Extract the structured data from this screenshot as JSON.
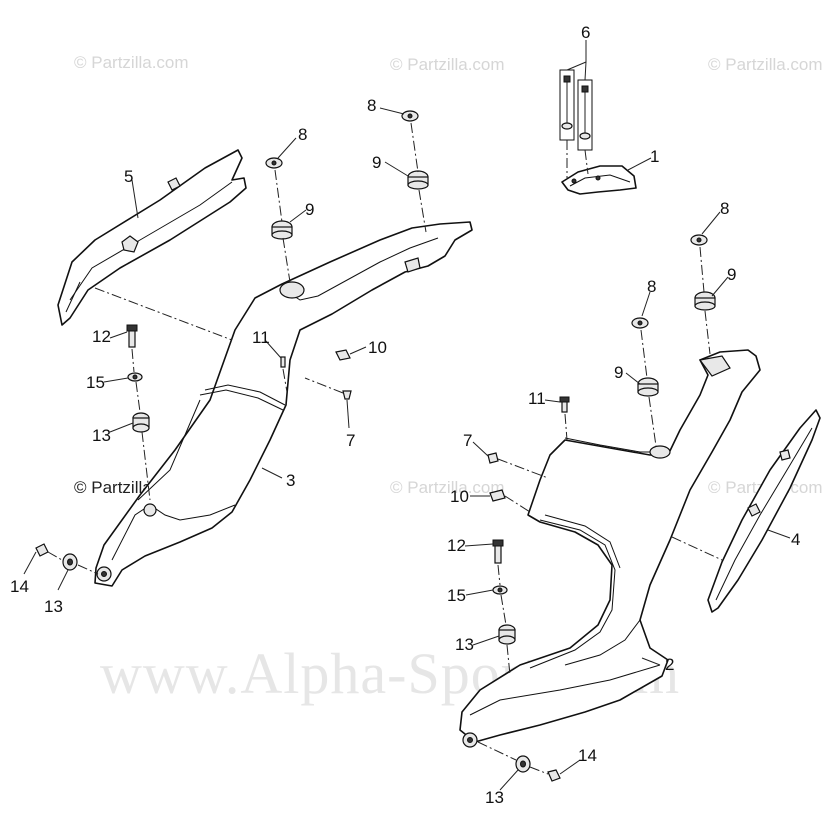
{
  "watermarks": {
    "top_left": "© Partzilla.com",
    "top_center": "© Partzilla.com",
    "top_right": "© Partzilla.com",
    "mid_left": "© Partzilla.com",
    "mid_center": "© Partzilla.com",
    "mid_right": "© Partzilla.com",
    "site": "www.Alpha-Sports.com"
  },
  "callouts": {
    "c1": "1",
    "c2": "2",
    "c3": "3",
    "c4": "4",
    "c5": "5",
    "c6": "6",
    "c7a": "7",
    "c7b": "7",
    "c8a": "8",
    "c8b": "8",
    "c8c": "8",
    "c8d": "8",
    "c9a": "9",
    "c9b": "9",
    "c9c": "9",
    "c9d": "9",
    "c10a": "10",
    "c10b": "10",
    "c11a": "11",
    "c11b": "11",
    "c12a": "12",
    "c12b": "12",
    "c13a": "13",
    "c13b": "13",
    "c13c": "13",
    "c13d": "13",
    "c14a": "14",
    "c14b": "14",
    "c15a": "15",
    "c15b": "15"
  }
}
